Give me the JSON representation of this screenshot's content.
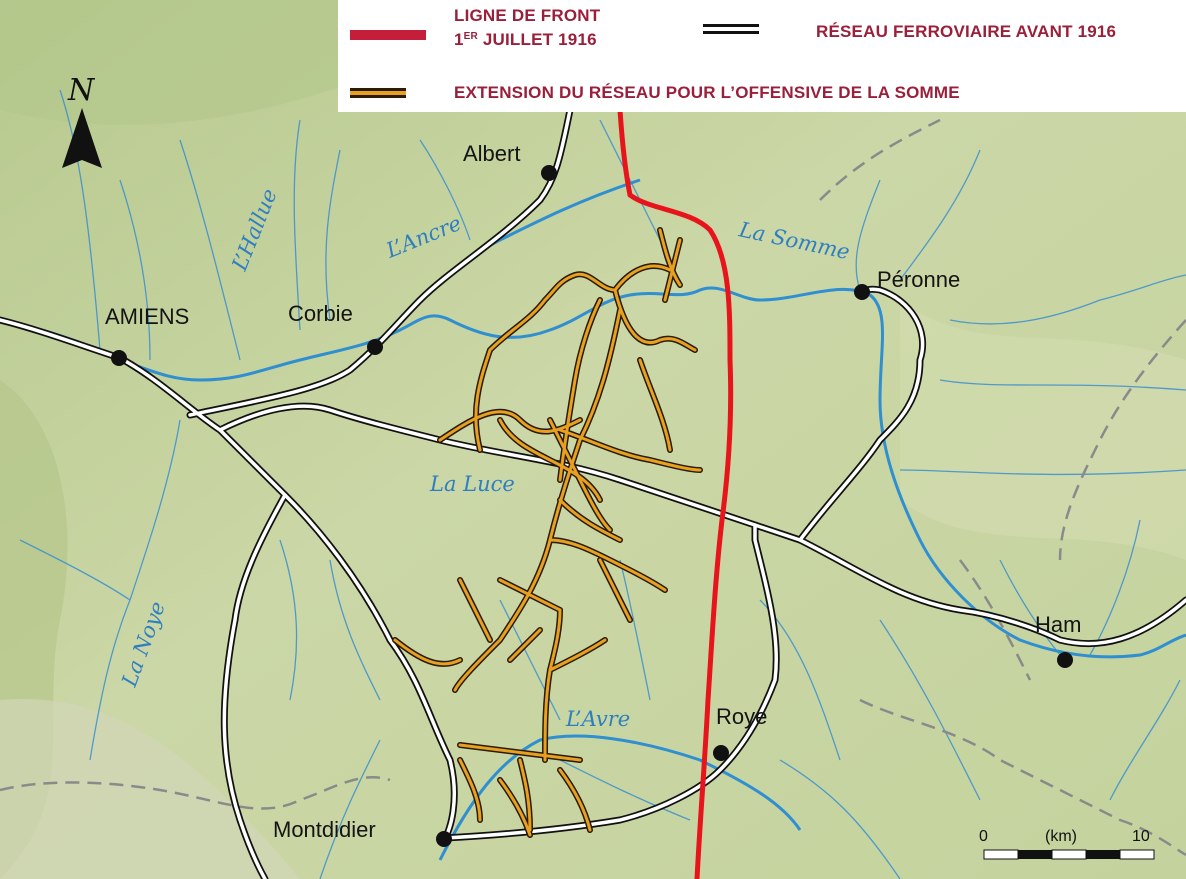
{
  "legend": {
    "front_line_1": "LIGNE DE FRONT",
    "front_line_2_pre": "1",
    "front_line_2_sup": "ER",
    "front_line_2_post": " JUILLET 1916",
    "rail_before": "RÉSEAU FERROVIAIRE AVANT 1916",
    "rail_extension": "EXTENSION DU RÉSEAU  POUR L’OFFENSIVE DE LA SOMME"
  },
  "north": {
    "letter": "N"
  },
  "towns": {
    "amiens": "AMIENS",
    "corbie": "Corbie",
    "albert": "Albert",
    "peronne": "Péronne",
    "ham": "Ham",
    "roye": "Roye",
    "montdidier": "Montdidier"
  },
  "rivers": {
    "somme": "La Somme",
    "ancre": "L’Ancre",
    "hallue": "L’Hallue",
    "luce": "La Luce",
    "noye": "La Noye",
    "avre": "L’Avre"
  },
  "scale": {
    "start": "0",
    "unit": "(km)",
    "end": "10"
  },
  "colors": {
    "front_line": "#e8141c",
    "legend_text": "#9a1f3a",
    "rail_existing": "#ffffff",
    "rail_extension": "#e8a020",
    "river": "#2f8fd0",
    "terrain": "#c9d6a4"
  }
}
